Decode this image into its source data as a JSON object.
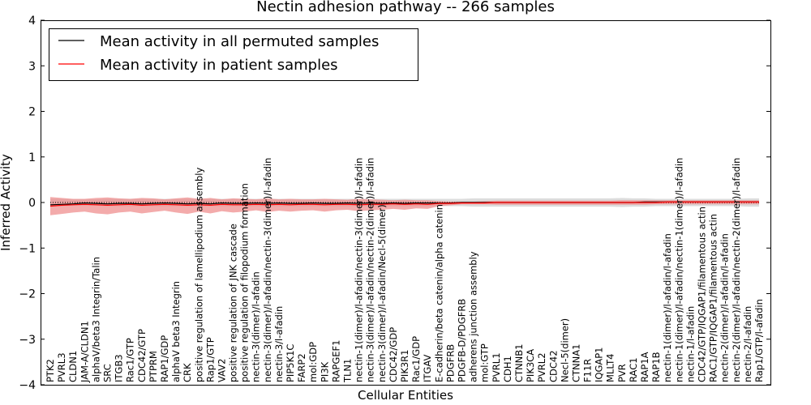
{
  "chart_data": {
    "type": "line",
    "title": "Nectin adhesion pathway -- 266 samples",
    "xlabel": "Cellular Entities",
    "ylabel": "Inferred Activity",
    "ylim": [
      -4,
      4
    ],
    "yticks": [
      "4",
      "3",
      "2",
      "1",
      "0",
      "−1",
      "−2",
      "−3",
      "−4"
    ],
    "grid": false,
    "legend_position": "top-left",
    "categories": [
      "PTK2",
      "PVRL3",
      "CLDN1",
      "JAM-A/CLDN1",
      "alphaV/beta3 Integrin/Talin",
      "SRC",
      "ITGB3",
      "Rac1/GTP",
      "CDC42/GTP",
      "PTPRM",
      "RAP1/GDP",
      "alphaV beta3 Integrin",
      "CRK",
      "positive regulation of lamellipodium assembly",
      "Rap1/GTP",
      "VAV2",
      "positive regulation of JNK cascade",
      "positive regulation of filopodium formation",
      "nectin-3(dimer)/l-afadin",
      "nectin-3(dimer)/l-afadin/nectin-3(dimer)/l-afadin",
      "nectin-3/l-afadin",
      "PIP5K1C",
      "FARP2",
      "mol:GDP",
      "PI3K",
      "RAPGEF1",
      "TLN1",
      "nectin-1(dimer)/l-afadin/nectin-3(dimer)/l-afadin",
      "nectin-3(dimer)/l-afadin/nectin-2(dimer)/l-afadin",
      "nectin-3(dimer)/l-afadin/Necl-5(dimer)",
      "CDC42/GDP",
      "PIK3R1",
      "Rac1/GDP",
      "ITGAV",
      "E-cadherin/beta catenin/alpha catenin",
      "PDGFRB",
      "PDGFB-D/PDGFRB",
      "adherens junction assembly",
      "mol:GTP",
      "PVRL1",
      "CDH1",
      "CTNNB1",
      "PIK3CA",
      "PVRL2",
      "CDC42",
      "Necl-5(dimer)",
      "CTNNA1",
      "F11R",
      "IQGAP1",
      "MLLT4",
      "PVR",
      "RAC1",
      "RAP1A",
      "RAP1B",
      "nectin-1(dimer)/l-afadin/l-afadin",
      "nectin-1(dimer)/l-afadin/nectin-1(dimer)/l-afadin",
      "nectin-1/l-afadin",
      "CDC42/GTP/IQGAP1/filamentous actin",
      "RAC1/GTP/IQGAP1/filamentous actin",
      "nectin-2(dimer)/l-afadin/l-afadin",
      "nectin-2(dimer)/l-afadin/nectin-2(dimer)/l-afadin",
      "nectin-2/l-afadin",
      "Rap1/GTP/l-afadin"
    ],
    "series": [
      {
        "name": "Mean activity in all permuted samples",
        "color": "#000000",
        "values": [
          -0.05,
          -0.04,
          -0.03,
          -0.01,
          -0.02,
          -0.03,
          -0.02,
          -0.02,
          -0.03,
          -0.02,
          -0.01,
          -0.02,
          -0.03,
          -0.02,
          -0.03,
          -0.01,
          -0.02,
          -0.02,
          -0.01,
          -0.02,
          -0.01,
          -0.02,
          -0.02,
          -0.01,
          -0.02,
          -0.02,
          -0.01,
          -0.02,
          -0.01,
          -0.02,
          -0.01,
          -0.02,
          -0.01,
          -0.01,
          -0.01,
          -0.01,
          0.0,
          0.0,
          0.0,
          0.0,
          0.0,
          0.0,
          0.0,
          0.0,
          0.0,
          0.0,
          0.0,
          0.0,
          0.0,
          0.0,
          0.0,
          0.0,
          0.01,
          0.01,
          0.01,
          0.01,
          0.01,
          0.01,
          0.01,
          0.01,
          0.01,
          0.01,
          0.01
        ],
        "band_color": "#d0d0d0",
        "band_lower": [
          -0.08,
          -0.08,
          -0.07,
          -0.07,
          -0.07,
          -0.08,
          -0.08,
          -0.08,
          -0.08,
          -0.08,
          -0.08,
          -0.08,
          -0.08,
          -0.08,
          -0.08,
          -0.08,
          -0.08,
          -0.08,
          -0.08,
          -0.08,
          -0.08,
          -0.08,
          -0.08,
          -0.08,
          -0.08,
          -0.08,
          -0.08,
          -0.08,
          -0.08,
          -0.08,
          -0.08,
          -0.08,
          -0.08,
          -0.08,
          -0.08,
          -0.08,
          -0.08,
          -0.09,
          -0.09,
          -0.09,
          -0.09,
          -0.09,
          -0.09,
          -0.09,
          -0.09,
          -0.09,
          -0.09,
          -0.09,
          -0.09,
          -0.09,
          -0.1,
          -0.09,
          -0.09,
          -0.08,
          -0.08,
          -0.08,
          -0.08,
          -0.08,
          -0.08,
          -0.08,
          -0.08,
          -0.09,
          -0.09
        ],
        "band_upper": [
          0.08,
          0.08,
          0.07,
          0.07,
          0.07,
          0.08,
          0.08,
          0.08,
          0.08,
          0.08,
          0.08,
          0.08,
          0.08,
          0.08,
          0.08,
          0.08,
          0.08,
          0.08,
          0.08,
          0.08,
          0.08,
          0.08,
          0.08,
          0.08,
          0.08,
          0.08,
          0.08,
          0.08,
          0.08,
          0.08,
          0.08,
          0.08,
          0.08,
          0.08,
          0.08,
          0.08,
          0.08,
          0.09,
          0.09,
          0.09,
          0.09,
          0.09,
          0.09,
          0.09,
          0.09,
          0.09,
          0.09,
          0.09,
          0.09,
          0.09,
          0.1,
          0.09,
          0.09,
          0.08,
          0.08,
          0.08,
          0.08,
          0.08,
          0.08,
          0.08,
          0.08,
          0.09,
          0.09
        ]
      },
      {
        "name": "Mean activity in patient samples",
        "color": "#ff0000",
        "values": [
          -0.08,
          -0.06,
          -0.05,
          -0.04,
          -0.05,
          -0.06,
          -0.05,
          -0.04,
          -0.06,
          -0.05,
          -0.04,
          -0.05,
          -0.06,
          -0.05,
          -0.06,
          -0.04,
          -0.05,
          -0.05,
          -0.04,
          -0.05,
          -0.04,
          -0.05,
          -0.04,
          -0.04,
          -0.05,
          -0.04,
          -0.04,
          -0.05,
          -0.04,
          -0.04,
          -0.03,
          -0.04,
          -0.03,
          -0.04,
          -0.02,
          -0.02,
          -0.01,
          -0.01,
          -0.01,
          0.0,
          0.0,
          0.0,
          0.0,
          0.0,
          0.0,
          0.0,
          0.0,
          0.0,
          0.0,
          0.0,
          0.0,
          0.0,
          0.0,
          0.0,
          0.01,
          0.01,
          0.01,
          0.01,
          0.01,
          0.01,
          0.01,
          0.01,
          0.01
        ],
        "band_color": "#ee8888",
        "band_lower": [
          -0.28,
          -0.25,
          -0.22,
          -0.2,
          -0.24,
          -0.26,
          -0.22,
          -0.2,
          -0.24,
          -0.21,
          -0.18,
          -0.22,
          -0.25,
          -0.2,
          -0.24,
          -0.19,
          -0.22,
          -0.2,
          -0.17,
          -0.21,
          -0.18,
          -0.2,
          -0.18,
          -0.17,
          -0.2,
          -0.17,
          -0.16,
          -0.19,
          -0.17,
          -0.16,
          -0.14,
          -0.16,
          -0.13,
          -0.14,
          -0.08,
          -0.06,
          -0.04,
          -0.04,
          -0.04,
          -0.05,
          -0.05,
          -0.05,
          -0.05,
          -0.05,
          -0.05,
          -0.05,
          -0.05,
          -0.05,
          -0.05,
          -0.05,
          -0.05,
          -0.05,
          -0.05,
          -0.04,
          -0.04,
          -0.04,
          -0.04,
          -0.04,
          -0.04,
          -0.04,
          -0.04,
          -0.04,
          -0.04
        ],
        "band_upper": [
          0.12,
          0.1,
          0.08,
          0.08,
          0.1,
          0.11,
          0.09,
          0.08,
          0.1,
          0.09,
          0.07,
          0.09,
          0.11,
          0.08,
          0.1,
          0.07,
          0.09,
          0.08,
          0.07,
          0.09,
          0.07,
          0.08,
          0.07,
          0.07,
          0.08,
          0.07,
          0.06,
          0.08,
          0.07,
          0.06,
          0.05,
          0.06,
          0.05,
          0.05,
          0.03,
          0.02,
          0.02,
          0.02,
          0.03,
          0.04,
          0.04,
          0.04,
          0.04,
          0.04,
          0.04,
          0.04,
          0.04,
          0.04,
          0.04,
          0.04,
          0.05,
          0.05,
          0.05,
          0.05,
          0.05,
          0.05,
          0.05,
          0.05,
          0.05,
          0.05,
          0.05,
          0.05,
          0.05
        ]
      }
    ]
  }
}
